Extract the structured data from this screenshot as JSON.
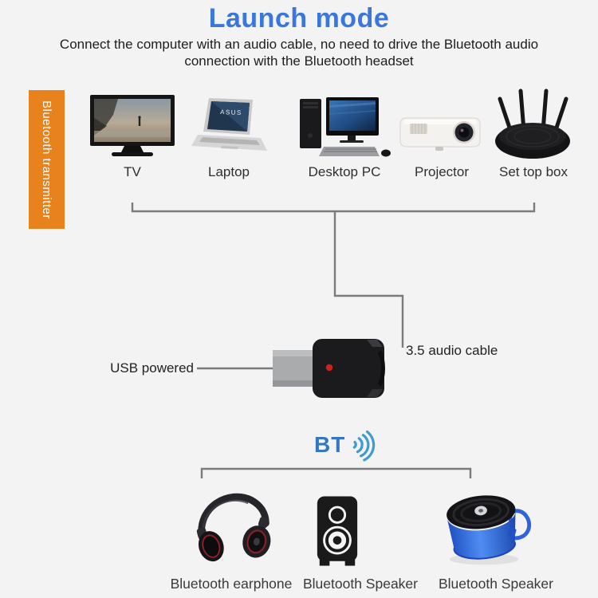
{
  "page": {
    "title": "Launch mode",
    "subtitle_line1": "Connect the computer with an audio cable, no need to drive the Bluetooth audio",
    "subtitle_line2": "connection with the Bluetooth headset"
  },
  "side_label": {
    "text": "Bluetooth transmitter"
  },
  "source_devices": [
    {
      "label": "TV"
    },
    {
      "label": "Laptop",
      "brand": "ASUS"
    },
    {
      "label": "Desktop PC"
    },
    {
      "label": "Projector"
    },
    {
      "label": "Set top box"
    }
  ],
  "adapter": {
    "left_label": "USB powered",
    "right_label": "3.5 audio cable"
  },
  "bt": {
    "label": "BT"
  },
  "sink_devices": [
    {
      "label": "Bluetooth earphone"
    },
    {
      "label": "Bluetooth Speaker"
    },
    {
      "label": "Bluetooth Speaker"
    }
  ],
  "icons": {
    "bt_waves": "signal-waves"
  },
  "colors": {
    "title_blue": "#3a77dd",
    "accent_orange": "#e8821c",
    "bt_blue": "#3377c2",
    "wave_blue": "#3f9ad0",
    "line_gray": "#7b7b7b",
    "led_red": "#d02318",
    "background": "#f3f3f4"
  }
}
